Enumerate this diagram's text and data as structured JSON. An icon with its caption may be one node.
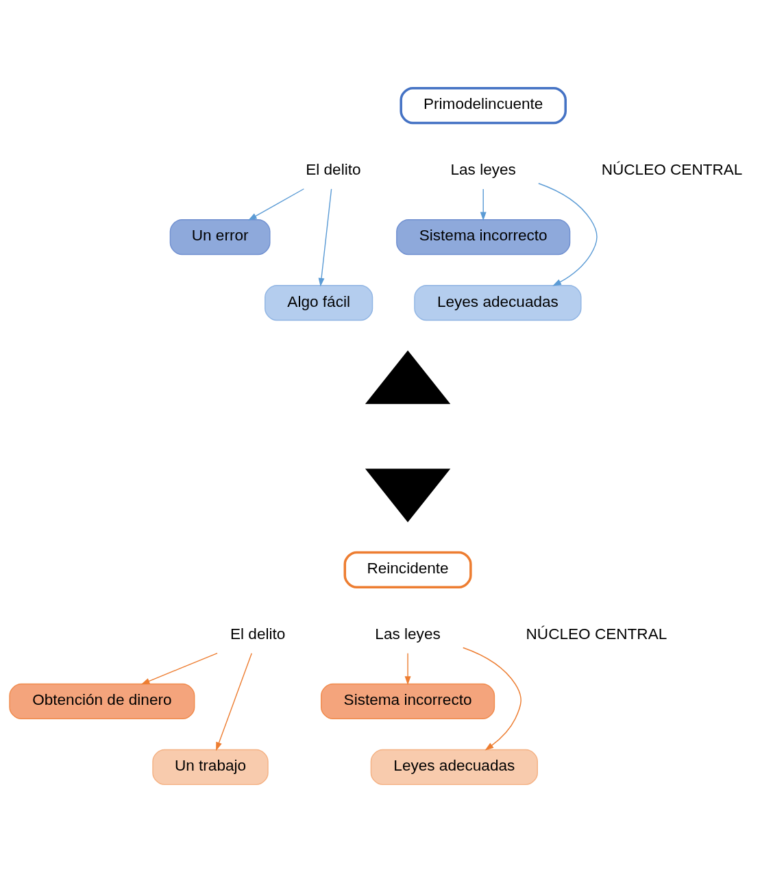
{
  "diagram": {
    "nodes": [
      {
        "text": [
          "Primodelincuente"
        ]
      },
      {
        "text": [
          "El delito"
        ]
      },
      {
        "text": [
          "Las leyes"
        ]
      },
      {
        "text": [
          "Un error"
        ]
      },
      {
        "text": [
          "Sistema incorrecto"
        ]
      },
      {
        "text": [
          "Algo fácil"
        ]
      },
      {
        "text": [
          "Leyes adecuadas"
        ]
      },
      {
        "text": [],
        "shape": "chevron"
      },
      {
        "text": [],
        "shape": "chevron"
      },
      {
        "text": [
          "Reincidente"
        ]
      },
      {
        "text": [
          "El delito"
        ]
      },
      {
        "text": [
          "Las leyes"
        ]
      },
      {
        "text": [
          "Obtención de dinero"
        ]
      },
      {
        "text": [
          "Sistema incorrecto"
        ]
      },
      {
        "text": [
          "Un trabajo"
        ]
      },
      {
        "text": [
          "Leyes adecuadas"
        ]
      }
    ],
    "edges": [
      {
        "from": 1,
        "to": 3,
        "arrow": "to",
        "color": "#5b9bd5"
      },
      {
        "from": 1,
        "to": 5,
        "arrow": "to",
        "color": "#5b9bd5"
      },
      {
        "from": 2,
        "to": 4,
        "arrow": "to",
        "color": "#5b9bd5"
      },
      {
        "from": 2,
        "to": 6,
        "arrow": "to",
        "color": "#5b9bd5"
      },
      {
        "from": 10,
        "to": 12,
        "arrow": "to",
        "color": "#ed7d31"
      },
      {
        "from": 10,
        "to": 14,
        "arrow": "to",
        "color": "#ed7d31"
      },
      {
        "from": 11,
        "to": 13,
        "arrow": "to",
        "color": "#ed7d31"
      },
      {
        "from": 11,
        "to": 15,
        "arrow": "to",
        "color": "#ed7d31"
      }
    ],
    "labels": [
      "NÚCLEO CENTRAL",
      "NÚCLEO CENTRAL"
    ]
  }
}
